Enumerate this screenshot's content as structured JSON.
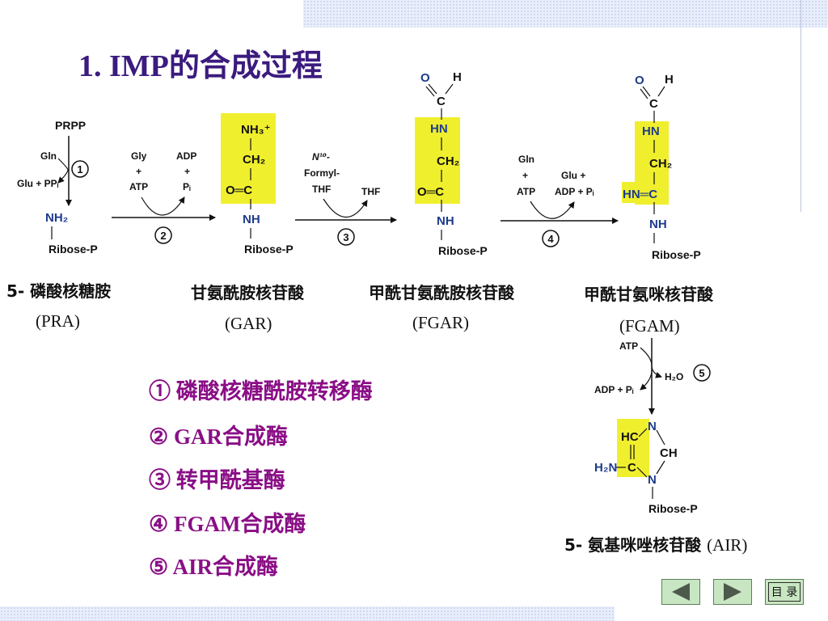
{
  "slide": {
    "title": "1. IMP的合成过程",
    "colors": {
      "title": "#3b1b7e",
      "enzyme_text": "#8a0e86",
      "highlight": "#f0ef2e",
      "nav_button": "#c8e6c2"
    }
  },
  "scheme": {
    "prpp_start": {
      "prpp": "PRPP",
      "gln": "Gln",
      "glu_ppi": "Glu + PPᵢ",
      "step": "①"
    },
    "step2": {
      "gly": "Gly",
      "plus1": "+",
      "atp": "ATP",
      "adp": "ADP",
      "plus2": "+",
      "pi": "Pᵢ",
      "step": "②"
    },
    "step3": {
      "n10": "N¹⁰-",
      "formyl": "Formyl-",
      "thf_in": "THF",
      "thf_out": "THF",
      "step": "③"
    },
    "step4": {
      "gln": "Gln",
      "plus1": "+",
      "atp": "ATP",
      "glu": "Glu +",
      "adp_pi": "ADP + Pᵢ",
      "step": "④"
    },
    "step5": {
      "atp": "ATP",
      "adp_pi": "ADP + Pᵢ",
      "h2o": "H₂O",
      "step": "⑤"
    },
    "pra_struct": {
      "nh2": "NH₂",
      "ribose": "Ribose-P"
    },
    "gar_struct": {
      "nh3": "NH₃⁺",
      "ch2": "CH₂",
      "co": "O═C",
      "nh": "NH",
      "ribose": "Ribose-P"
    },
    "fgar_struct": {
      "o": "O",
      "h": "H",
      "c": "C",
      "hn": "HN",
      "ch2": "CH₂",
      "co": "O═C",
      "nh": "NH",
      "ribose": "Ribose-P"
    },
    "fgam_struct": {
      "o": "O",
      "h": "H",
      "c": "C",
      "hn": "HN",
      "ch2": "CH₂",
      "hnc": "HN═C",
      "nh": "NH",
      "ribose": "Ribose-P"
    },
    "air_struct": {
      "hc": "HC",
      "n_top": "N",
      "ch": "CH",
      "h2n": "H₂N",
      "c": "C",
      "n_bottom": "N",
      "ribose": "Ribose-P"
    }
  },
  "compounds": {
    "pra": {
      "name": "5- 磷酸核糖胺",
      "abbr": "(PRA)"
    },
    "gar": {
      "name": "甘氨酰胺核苷酸",
      "abbr": "(GAR)"
    },
    "fgar": {
      "name": "甲酰甘氨酰胺核苷酸",
      "abbr": "(FGAR)"
    },
    "fgam": {
      "name": "甲酰甘氨咪核苷酸",
      "abbr": "(FGAM)"
    },
    "air": {
      "name": "5- 氨基咪唑核苷酸",
      "abbr": "(AIR)"
    }
  },
  "enzymes": [
    "① 磷酸核糖酰胺转移酶",
    "② GAR合成酶",
    "③ 转甲酰基酶",
    "④ FGAM合成酶",
    "⑤ AIR合成酶"
  ],
  "nav": {
    "menu_label": "目 录"
  }
}
